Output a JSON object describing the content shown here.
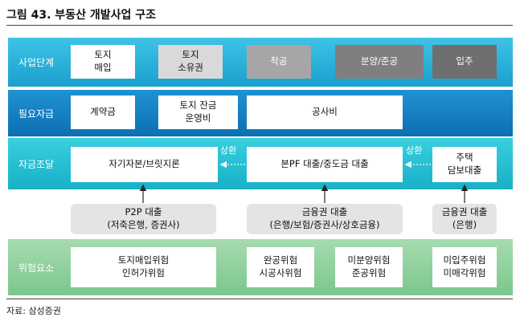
{
  "title": "그림 43. 부동산 개발사업 구조",
  "rows": {
    "stage": {
      "label": "사업단계",
      "boxes": [
        "토지\n매입",
        "토지\n소유권",
        "착공",
        "분양/준공",
        "입주"
      ]
    },
    "funds_needed": {
      "label": "필요자금",
      "boxes": [
        "계약금",
        "토지 잔금\n운영비",
        "공사비"
      ]
    },
    "financing": {
      "label": "자금조달",
      "boxes": [
        "자기자본/브릿지론",
        "본PF 대출/중도금 대출",
        "주택\n담보대출"
      ],
      "repay_notes": [
        "상환",
        "상환"
      ]
    },
    "loans": [
      "P2P 대출\n(저축은행, 증권사)",
      "금융권 대출\n(은행/보험/증권사/상호금융)",
      "금융권 대출\n(은행)"
    ],
    "risk": {
      "label": "위험요소",
      "boxes": [
        "토지매입위험\n인허가위험",
        "완공위험\n시공사위험",
        "미분양위험\n준공위험",
        "미입주위험\n미매각위험"
      ]
    }
  },
  "source": "자료: 삼성증권",
  "colors": {
    "stage_band": "#2cb2da",
    "funds_band": "#1786c6",
    "financing_band": "#2cc0d3",
    "risk_band": "#8fd19e"
  }
}
